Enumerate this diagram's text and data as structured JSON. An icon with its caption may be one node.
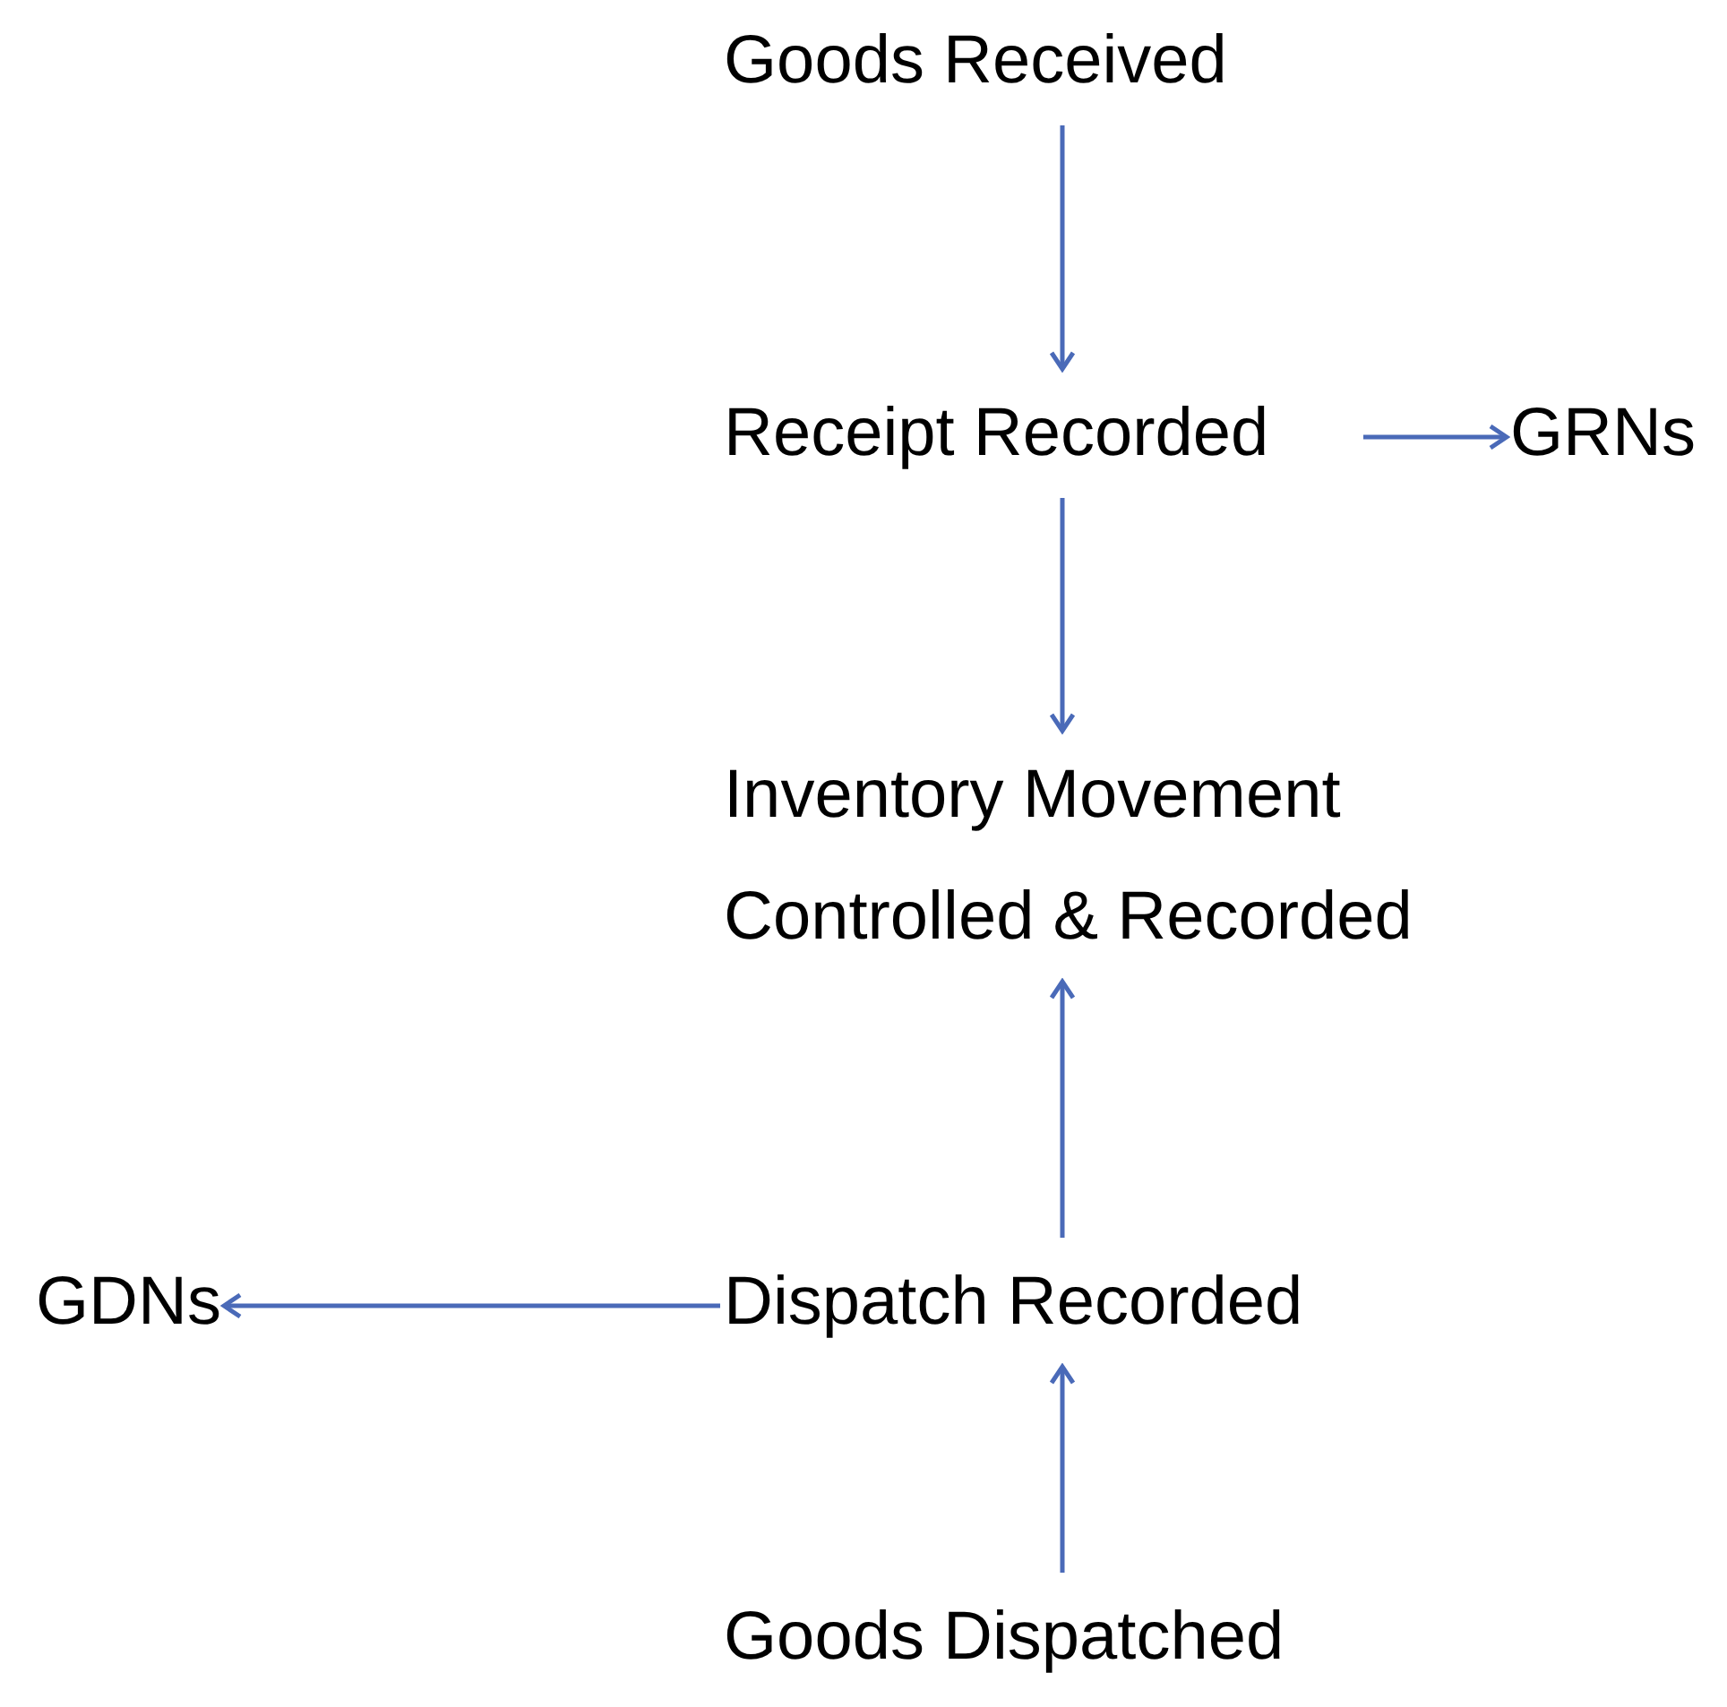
{
  "diagram": {
    "nodes": [
      {
        "text": [
          "Goods Received"
        ]
      },
      {
        "text": [
          "Receipt Recorded"
        ]
      },
      {
        "text": [
          "GRNs"
        ]
      },
      {
        "text": [
          "Inventory Movement Controlled & Recorded"
        ]
      },
      {
        "text": [
          "GDNs"
        ]
      },
      {
        "text": [
          "Dispatch Recorded"
        ]
      },
      {
        "text": [
          "Goods Dispatched"
        ]
      }
    ],
    "edges": [
      {
        "from": 0,
        "to": 1,
        "arrow": "to"
      },
      {
        "from": 1,
        "to": 2,
        "arrow": "to"
      },
      {
        "from": 1,
        "to": 3,
        "arrow": "to"
      },
      {
        "from": 5,
        "to": 3,
        "arrow": "to"
      },
      {
        "from": 5,
        "to": 4,
        "arrow": "to"
      },
      {
        "from": 6,
        "to": 5,
        "arrow": "to"
      }
    ]
  }
}
